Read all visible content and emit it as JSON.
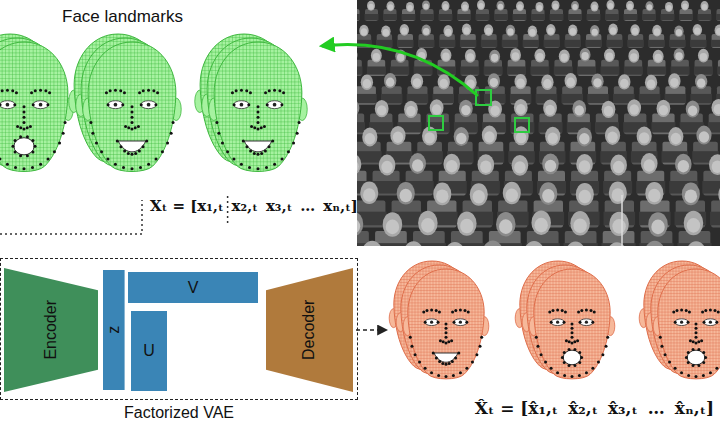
{
  "diagram": {
    "nodes": [
      {
        "text": [
          "Factorized VAE"
        ]
      },
      {
        "text": [
          "Encoder"
        ],
        "in": 0
      },
      {
        "text": [
          "z"
        ],
        "in": 0
      },
      {
        "text": [
          "V"
        ],
        "in": 0
      },
      {
        "text": [
          "U"
        ],
        "in": 0
      },
      {
        "text": [
          "Decoder"
        ],
        "in": 0
      }
    ],
    "labels": [
      "Face landmarks",
      "Xₜ = [x₁,ₜ",
      "x₂,ₜ",
      "x₃,ₜ",
      "…",
      "xₙ,ₜ]",
      "X̂ₜ = [x̂₁,ₜ",
      "x̂₂,ₜ",
      "x̂₃,ₜ",
      "…",
      "x̂ₙ,ₜ]"
    ]
  }
}
